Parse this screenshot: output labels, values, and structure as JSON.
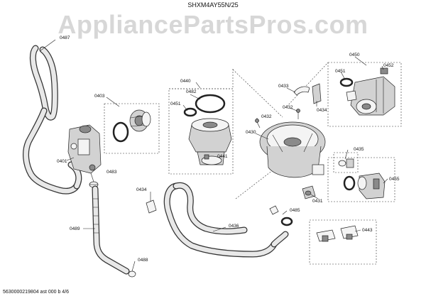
{
  "header": {
    "model": "SHXM4AY55N/25"
  },
  "watermark": {
    "text": "AppliancePartsPros.com"
  },
  "footer": {
    "doc_id": "5630000219804 ast 000 b 4/6"
  },
  "colors": {
    "line": "#222222",
    "part_fill": "#cfcfcf",
    "part_dark": "#8a8a8a",
    "watermark": "#d7d7d7"
  },
  "callouts": [
    {
      "id": "0487",
      "text": "0487"
    },
    {
      "id": "0403",
      "text": "0403"
    },
    {
      "id": "0401",
      "text": "0401"
    },
    {
      "id": "0483",
      "text": "0483"
    },
    {
      "id": "0489",
      "text": "0489"
    },
    {
      "id": "0488",
      "text": "0488"
    },
    {
      "id": "0434a",
      "text": "0434"
    },
    {
      "id": "0436",
      "text": "0436"
    },
    {
      "id": "0440",
      "text": "0440"
    },
    {
      "id": "0482",
      "text": "0482"
    },
    {
      "id": "0451a",
      "text": "0451"
    },
    {
      "id": "0441",
      "text": "0441"
    },
    {
      "id": "0433",
      "text": "0433"
    },
    {
      "id": "0434b",
      "text": "0434"
    },
    {
      "id": "0432a",
      "text": "0432"
    },
    {
      "id": "0432b",
      "text": "0432"
    },
    {
      "id": "0430",
      "text": "0430"
    },
    {
      "id": "0435",
      "text": "0435"
    },
    {
      "id": "0431",
      "text": "0431"
    },
    {
      "id": "0485",
      "text": "0485"
    },
    {
      "id": "0450",
      "text": "0450"
    },
    {
      "id": "0451b",
      "text": "0451"
    },
    {
      "id": "0452",
      "text": "0452"
    },
    {
      "id": "0455",
      "text": "0455"
    },
    {
      "id": "0443",
      "text": "0443"
    }
  ]
}
